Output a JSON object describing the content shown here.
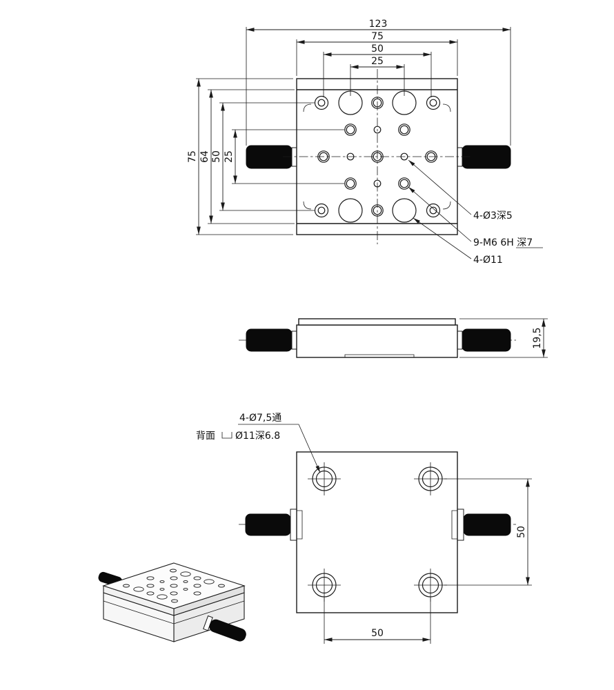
{
  "drawing": {
    "top_view": {
      "dims_top": [
        "123",
        "75",
        "50",
        "25"
      ],
      "dims_left": [
        "75",
        "64",
        "50",
        "25"
      ],
      "callout_pin": "4-Ø3深5",
      "callout_thread": "9-M6 6H 深7",
      "callout_clearance": "4-Ø11"
    },
    "side_view": {
      "dim_thickness": "19,5"
    },
    "bottom_view": {
      "callout_through": "4-Ø7,5通",
      "callout_back_label": "背面",
      "callout_back_spec": "Ø11深6.8",
      "dim_vertical": "50",
      "dim_horizontal": "50"
    }
  }
}
